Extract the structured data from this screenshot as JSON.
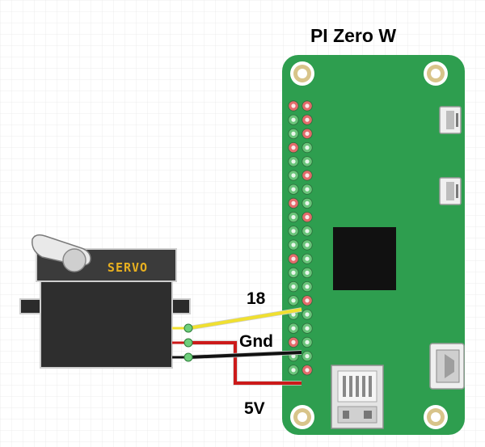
{
  "board": {
    "title": "PI Zero W",
    "pcb_color": "#2e9e4f",
    "chip_color": "#111111"
  },
  "servo": {
    "label": "SERVO",
    "label_color": "#e8b020",
    "body_color": "#2e2e2e"
  },
  "wires": [
    {
      "label": "18",
      "color": "#f0e030"
    },
    {
      "label": "Gnd",
      "color": "#111111"
    },
    {
      "label": "5V",
      "color": "#cc1a1a"
    }
  ],
  "header": {
    "rows": 20,
    "cols": 2,
    "pin_red": "#e36b6b",
    "pin_green": "#6ac47a",
    "pin_black": "#333333",
    "pin_yellow": "#d9c000"
  }
}
